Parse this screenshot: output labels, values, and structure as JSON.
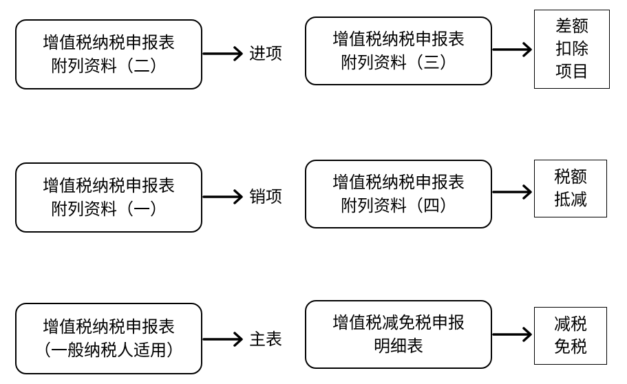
{
  "rows": [
    {
      "left": {
        "line1": "增值税纳税申报表",
        "line2": "附列资料（二）"
      },
      "label": "进项",
      "middle": {
        "line1": "增值税纳税申报表",
        "line2": "附列资料（三）"
      },
      "right": [
        "差额",
        "扣除",
        "项目"
      ]
    },
    {
      "left": {
        "line1": "增值税纳税申报表",
        "line2": "附列资料（一）"
      },
      "label": "销项",
      "middle": {
        "line1": "增值税纳税申报表",
        "line2": "附列资料（四）"
      },
      "right": [
        "税额",
        "抵减"
      ]
    },
    {
      "left": {
        "line1": "增值税纳税申报表",
        "line2": "（一般纳税人适用）"
      },
      "label": "主表",
      "middle": {
        "line1": "增值税减免税申报",
        "line2": "明细表"
      },
      "right": [
        "减税",
        "免税"
      ]
    }
  ]
}
